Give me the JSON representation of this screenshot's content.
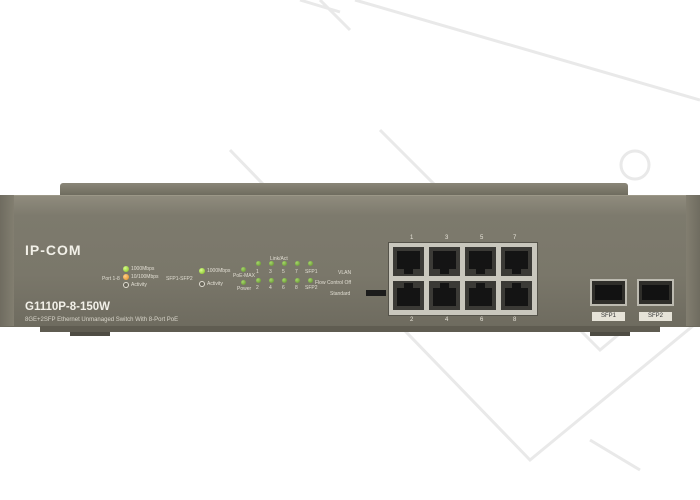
{
  "brand": {
    "logo_text": "IP-COM"
  },
  "device": {
    "model": "G1110P-8-150W",
    "description": "8GE+2SFP Ethernet Unmanaged Switch With 8-Port PoE"
  },
  "indicators": {
    "group1_label": "Port 1-8",
    "group1_legend": [
      "1000Mbps",
      "10/100Mbps",
      "Activity"
    ],
    "group2_label": "SFP1-SFP2",
    "group2_legend": [
      "1000Mbps",
      "Activity"
    ],
    "link_act_label": "Link/Act",
    "poe_max_label": "PoE-MAX",
    "power_label": "Power",
    "sfp_led_label": "SFP1",
    "sfp2_led_label": "SFP2",
    "led_top_numbers": [
      "1",
      "3",
      "5",
      "7"
    ],
    "led_bottom_numbers": [
      "2",
      "4",
      "6",
      "8"
    ],
    "vlan_label": "VLAN",
    "flow_label": "Flow Control Off",
    "standard_label": "Standard"
  },
  "ports": {
    "top_numbers": [
      "1",
      "3",
      "5",
      "7"
    ],
    "bottom_numbers": [
      "2",
      "4",
      "6",
      "8"
    ],
    "sfp_labels": [
      "SFP1",
      "SFP2"
    ]
  },
  "colors": {
    "chassis": "#7d7a6d",
    "led_green": "#7cb81e",
    "led_orange": "#e08a1c"
  }
}
